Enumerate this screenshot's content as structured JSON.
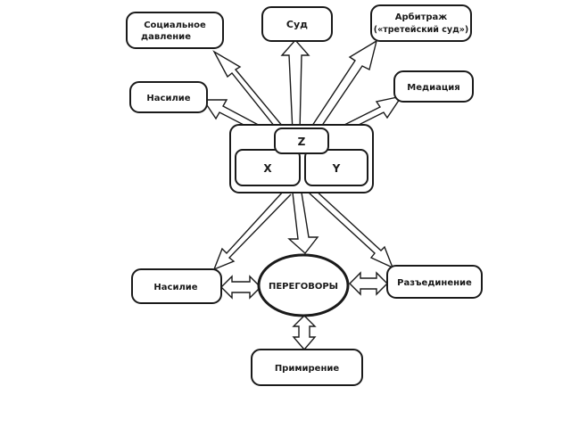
{
  "colors": {
    "ink": "#1a1a1a",
    "paper": "#ffffff"
  },
  "nodes": {
    "social_pressure": {
      "line1": "Социальное",
      "line2": "давление"
    },
    "court": {
      "label": "Суд"
    },
    "arbitration": {
      "line1": "Арбитраж",
      "line2": "(«третейский суд»)"
    },
    "violence_top": {
      "label": "Насилие"
    },
    "mediation": {
      "label": "Медиация"
    },
    "party_z": {
      "label": "Z"
    },
    "party_x": {
      "label": "X"
    },
    "party_y": {
      "label": "Y"
    },
    "negotiations": {
      "label": "ПЕРЕГОВОРЫ"
    },
    "violence_bottom": {
      "label": "Насилие"
    },
    "separation": {
      "label": "Разъединение"
    },
    "reconciliation": {
      "label": "Примирение"
    }
  }
}
